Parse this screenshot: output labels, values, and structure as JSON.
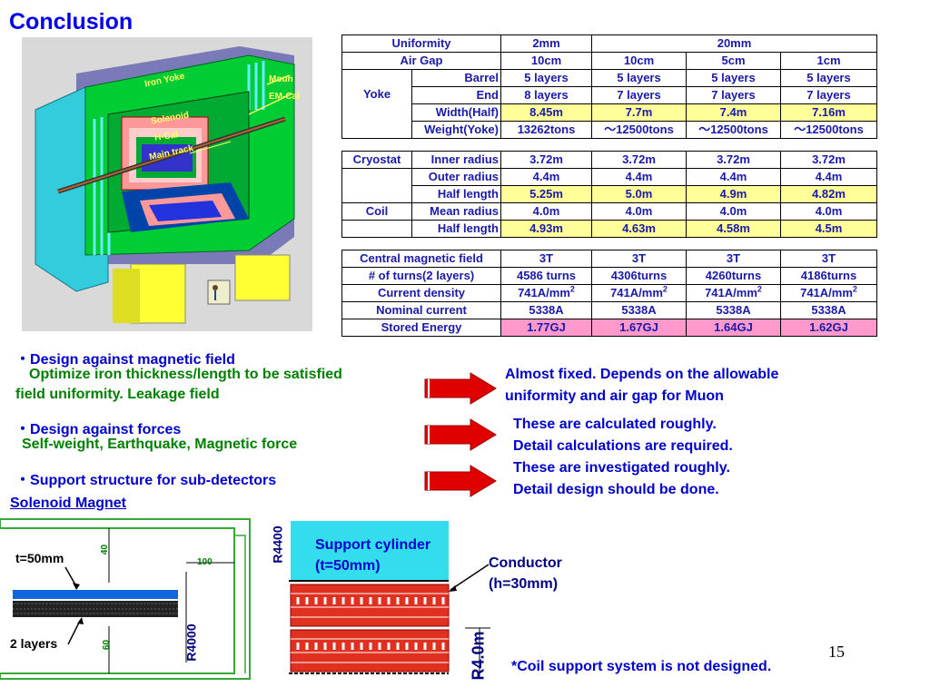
{
  "title": "Conclusion",
  "slide_number": "15",
  "illustration_labels": {
    "iron_yoke": "Iron Yoke",
    "moun": "Moun",
    "em_cal": "EM-Cal",
    "solenoid": "Solenoid",
    "h_cal": "H-Cal",
    "main_track": "Main track"
  },
  "table": {
    "header_rows": [
      {
        "label": "Uniformity",
        "values": [
          "2mm",
          "20mm"
        ]
      },
      {
        "label": "Air Gap",
        "values": [
          "10cm",
          "10cm",
          "5cm",
          "1cm"
        ]
      }
    ],
    "yoke_group": "Yoke",
    "yoke_rows": [
      {
        "label": "Barrel",
        "values": [
          "5 layers",
          "5 layers",
          "5 layers",
          "5 layers"
        ]
      },
      {
        "label": "End",
        "values": [
          "8 layers",
          "7 layers",
          "7 layers",
          "7 layers"
        ]
      },
      {
        "label": "Width(Half)",
        "values": [
          "8.45m",
          "7.7m",
          "7.4m",
          "7.16m"
        ]
      },
      {
        "label": "Weight(Yoke)",
        "values": [
          "13262tons",
          "～12500tons",
          "～12500tons",
          "～12500tons"
        ]
      }
    ],
    "cryostat_group": "Cryostat",
    "cryostat_rows": [
      {
        "label": "Inner radius",
        "values": [
          "3.72m",
          "3.72m",
          "3.72m",
          "3.72m"
        ]
      },
      {
        "label": "Outer radius",
        "values": [
          "4.4m",
          "4.4m",
          "4.4m",
          "4.4m"
        ]
      },
      {
        "label": "Half length",
        "values": [
          "5.25m",
          "5.0m",
          "4.9m",
          "4.82m"
        ]
      }
    ],
    "coil_group": "Coil",
    "coil_rows": [
      {
        "label": "Mean radius",
        "values": [
          "4.0m",
          "4.0m",
          "4.0m",
          "4.0m"
        ]
      },
      {
        "label": "Half length",
        "values": [
          "4.93m",
          "4.63m",
          "4.58m",
          "4.5m"
        ]
      }
    ],
    "magnet_rows": [
      {
        "label": "Central magnetic field",
        "values": [
          "3T",
          "3T",
          "3T",
          "3T"
        ]
      },
      {
        "label": "# of turns(2 layers)",
        "values": [
          "4586 turns",
          "4306turns",
          "4260turns",
          "4186turns"
        ]
      },
      {
        "label": "Current density",
        "values": [
          "741A/mm",
          "741A/mm",
          "741A/mm",
          "741A/mm"
        ],
        "superscript": "2"
      },
      {
        "label": "Nominal current",
        "values": [
          "5338A",
          "5338A",
          "5338A",
          "5338A"
        ]
      },
      {
        "label": "Stored Energy",
        "values": [
          "1.77GJ",
          "1.67GJ",
          "1.64GJ",
          "1.62GJ"
        ]
      }
    ]
  },
  "bullets": [
    {
      "marker": "・",
      "title": "Design against magnetic field",
      "detail_1": "Optimize iron thickness/length to be satisfied",
      "detail_2": "field uniformity. Leakage field"
    },
    {
      "marker": "・",
      "title": "Design against forces",
      "detail_1": "Self-weight, Earthquake, Magnetic force"
    },
    {
      "marker": "・",
      "title": "Support structure for sub-detectors"
    }
  ],
  "results": {
    "r1_line1": "Almost fixed. Depends on the allowable",
    "r1_line2": "uniformity and air gap for Muon",
    "r2_line1": "These are calculated roughly.",
    "r2_line2": "Detail calculations are required.",
    "r3_line1": "These are investigated roughly.",
    "r3_line2": "Detail design should be done."
  },
  "solenoid": {
    "heading": "Solenoid Magnet",
    "t50": "t=50mm",
    "two_layers": "2 layers",
    "dim_40": "40",
    "dim_100": "100",
    "dim_60": "60",
    "r4000": "R4000",
    "r4400": "R4400",
    "support_cylinder_1": "Support cylinder",
    "support_cylinder_2": "(t=50mm)",
    "conductor_1": "Conductor",
    "conductor_2": "(h=30mm)",
    "r4_0m": "R4.0m",
    "note": "*Coil support system is not designed."
  },
  "colors": {
    "title_blue": "#0000ee",
    "arrow_red": "#e00000",
    "yellow_cell": "#ffff99",
    "pink_cell": "#ff99cc",
    "yoke_green": "#00cc33",
    "coil_red": "#e03020",
    "support_cyan": "#33ddee"
  }
}
